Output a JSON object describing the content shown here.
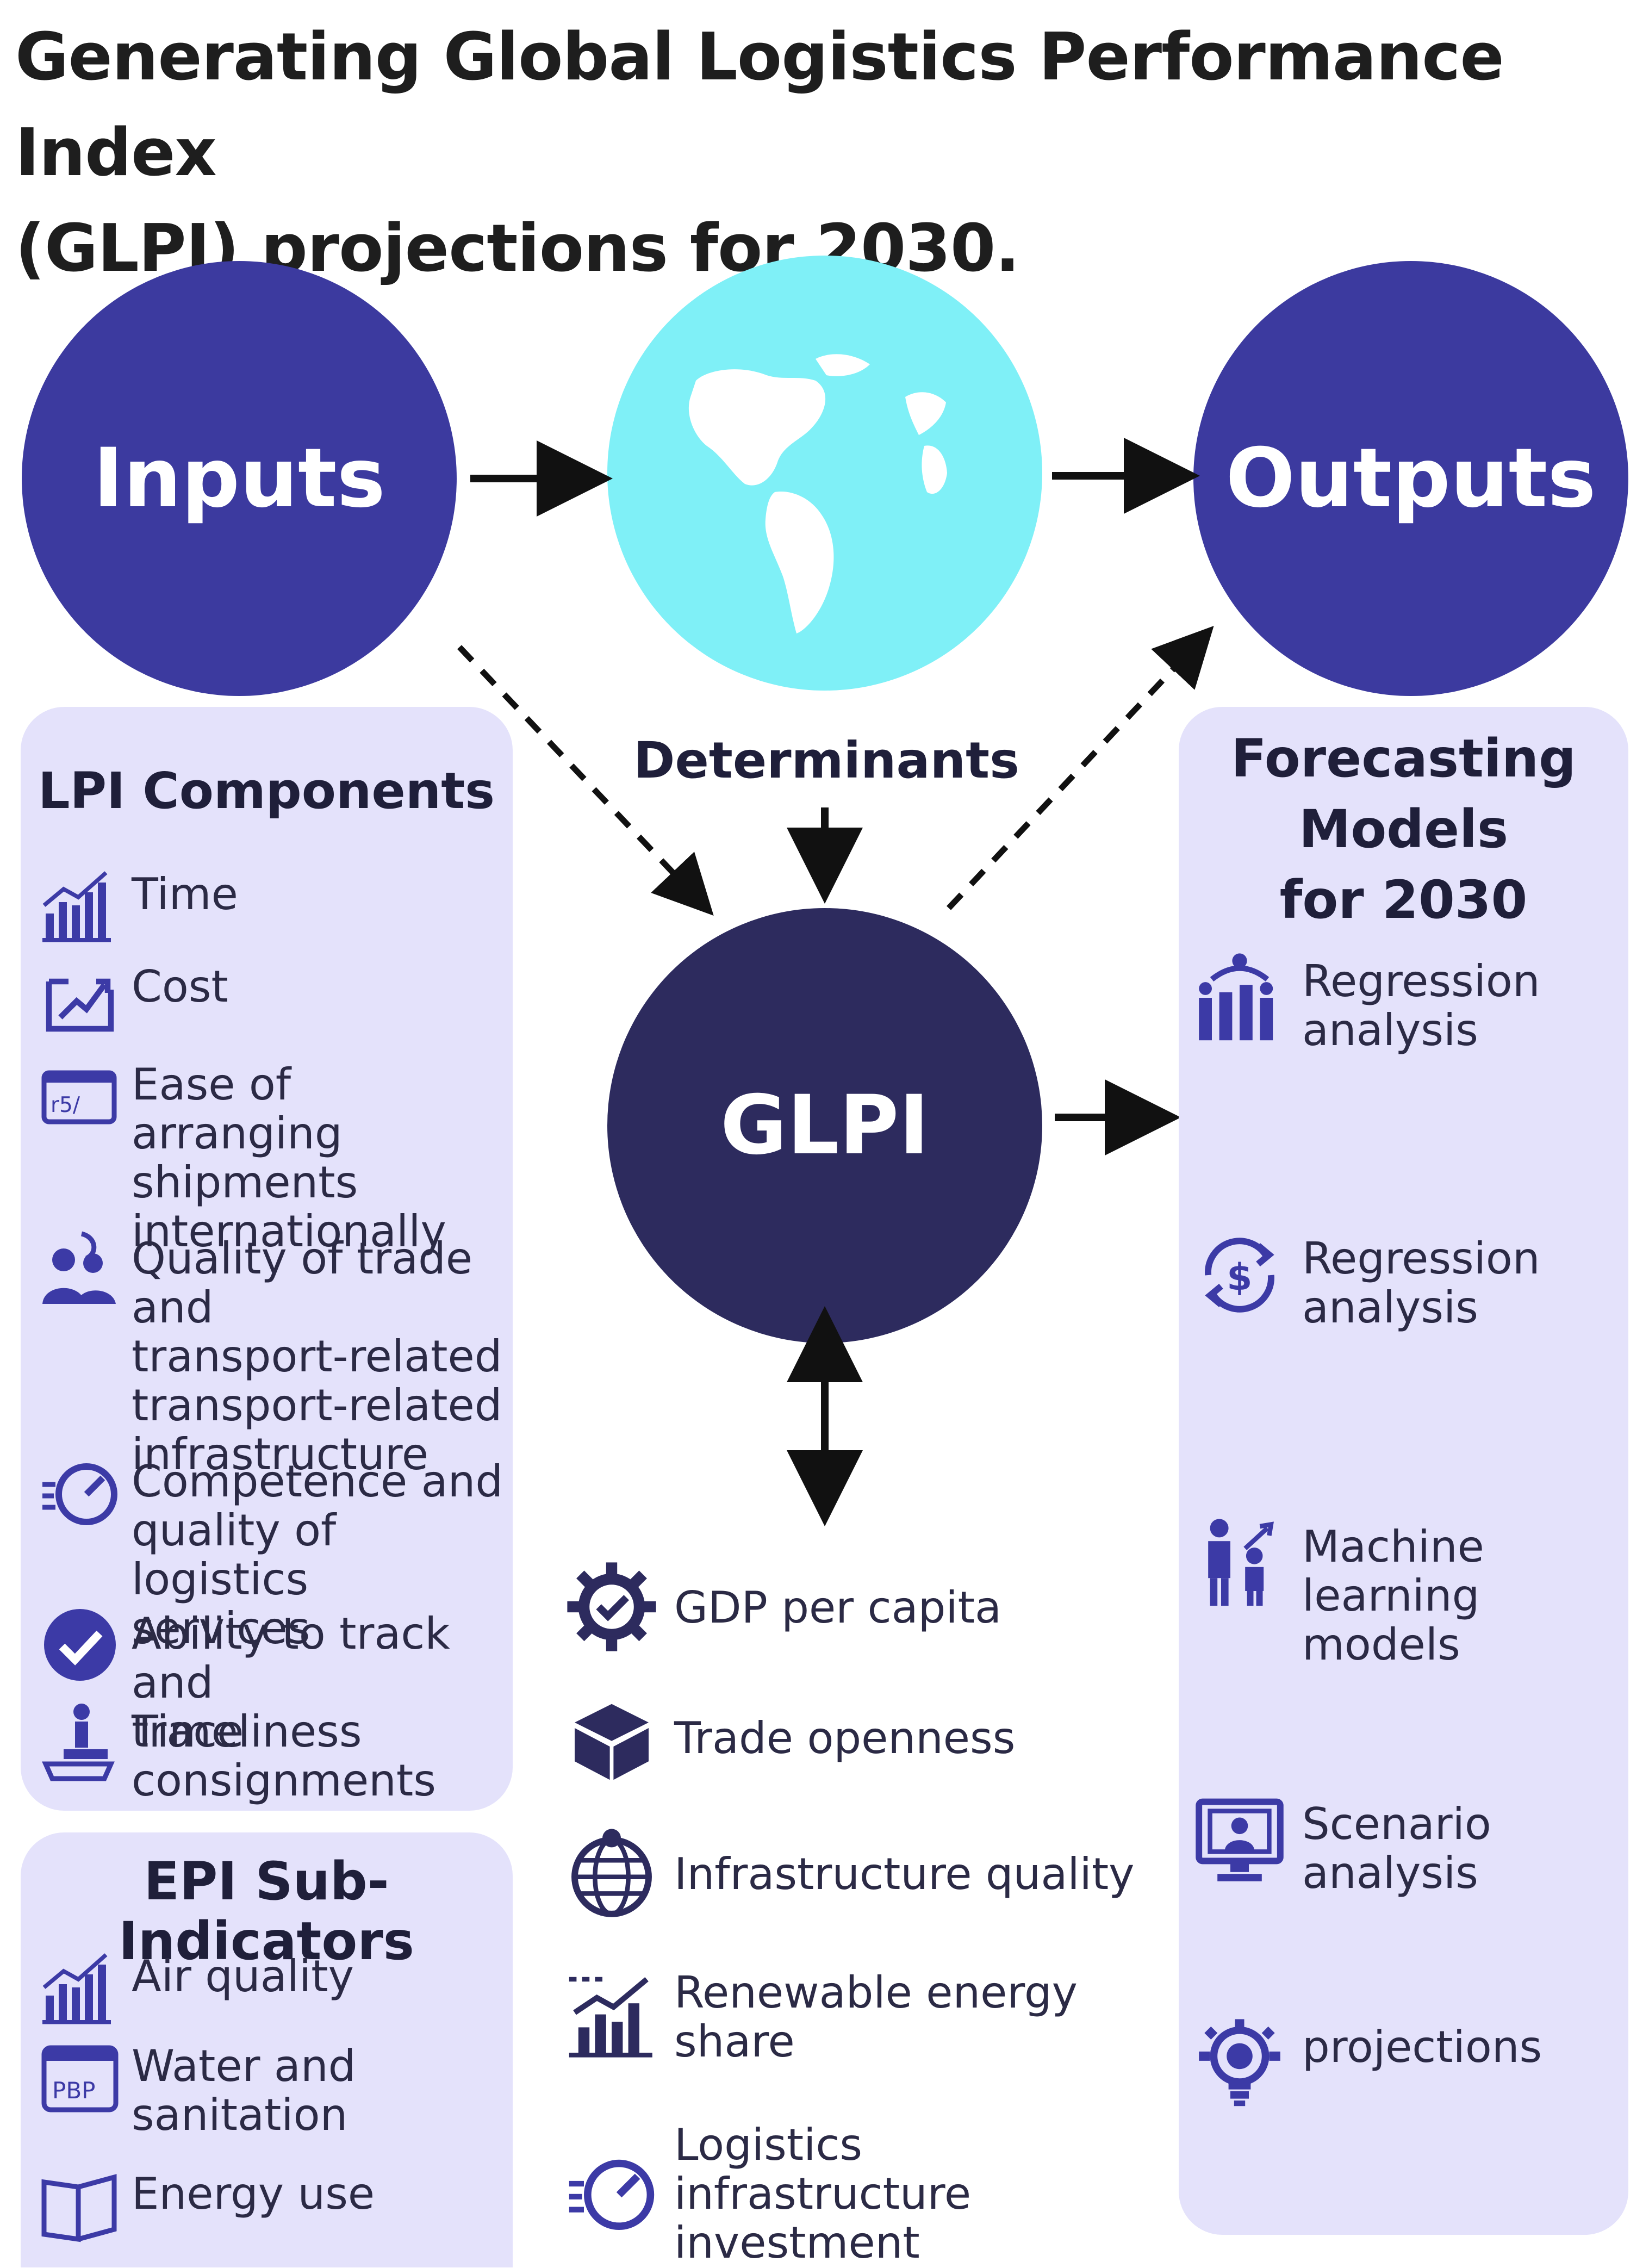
{
  "title": {
    "line1": "Generating Global Logistics Performance Index",
    "line2": "(GLPI) projections for 2030."
  },
  "nodes": {
    "inputs": "Inputs",
    "outputs": "Outputs",
    "glpi": "GLPI",
    "determinants": "Determinants"
  },
  "lpi_components": {
    "title": "LPI Components",
    "items": [
      {
        "label": [
          "Time"
        ],
        "icon": "bar-chart-icon"
      },
      {
        "label": [
          "Cost"
        ],
        "icon": "cost-chart-icon"
      },
      {
        "label": [
          "Ease of arranging",
          "shipments",
          "internationally"
        ],
        "icon": "card-icon"
      },
      {
        "label": [
          "Quality of trade and",
          "transport-related",
          "transport-related",
          "infrastructure"
        ],
        "icon": "people-icon"
      },
      {
        "label": [
          "Competence and",
          "quality of logistics",
          "services"
        ],
        "icon": "speedometer-icon"
      },
      {
        "label": [
          "Ability to track and",
          "trace consignments"
        ],
        "icon": "check-circle-icon"
      },
      {
        "label": [
          "Timeliness"
        ],
        "icon": "person-podium-icon"
      }
    ]
  },
  "epi_sub_indicators": {
    "title": "EPI Sub-Indicators",
    "items": [
      {
        "label": [
          "Air quality"
        ],
        "icon": "bar-chart-icon"
      },
      {
        "label": [
          "Water and",
          "sanitation"
        ],
        "icon": "calendar-icon"
      },
      {
        "label": [
          "Energy use"
        ],
        "icon": "book-icon"
      }
    ]
  },
  "determinant_items": [
    {
      "label": [
        "GDP per capita"
      ],
      "icon": "gear-check-icon"
    },
    {
      "label": [
        "Trade openness"
      ],
      "icon": "box-icon"
    },
    {
      "label": [
        "Infrastructure quality"
      ],
      "icon": "globe-icon"
    },
    {
      "label": [
        "Renewable energy",
        "share"
      ],
      "icon": "growth-chart-icon"
    },
    {
      "label": [
        "Logistics infrastructure",
        "investment"
      ],
      "icon": "speedometer-icon"
    }
  ],
  "forecasting": {
    "title": [
      "Forecasting",
      "Models",
      "for 2030"
    ],
    "items": [
      {
        "label": [
          "Regression",
          "analysis"
        ],
        "icon": "people-chart-icon"
      },
      {
        "label": [
          "Regression",
          "analysis"
        ],
        "icon": "dollar-cycle-icon"
      },
      {
        "label": [
          "Machine",
          "learning",
          "models"
        ],
        "icon": "people-growth-icon"
      },
      {
        "label": [
          "Scenario",
          "analysis"
        ],
        "icon": "monitor-icon"
      },
      {
        "label": [
          "projections"
        ],
        "icon": "lightbulb-gear-icon"
      }
    ]
  },
  "colors": {
    "circle": "#3c3a9f",
    "glpi": "#2d2b5e",
    "globe": "#7ff0f7",
    "panel": "#e4e2fb",
    "icon": "#3c3aa6"
  }
}
